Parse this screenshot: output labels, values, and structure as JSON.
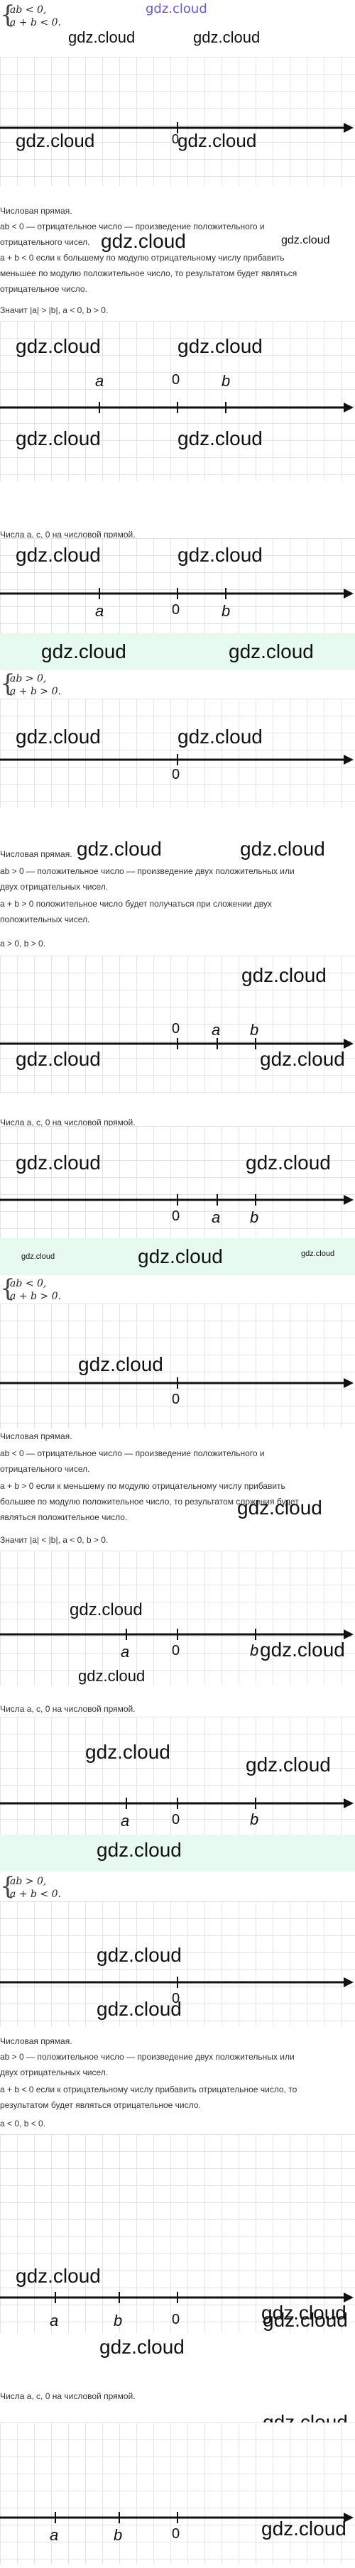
{
  "watermark": "gdz.cloud",
  "logo": "gdz.cloud",
  "labels": {
    "zero": "0",
    "a": "a",
    "b": "b"
  },
  "cases": [
    {
      "system": [
        "ab < 0,",
        "a + b < 0."
      ],
      "heading": "Числовая прямая.",
      "lines": [
        "ab < 0 — отрицательное число — произведение положительного и",
        "отрицательного чисел.",
        "a + b < 0 если к большему по модулю отрицательному числу прибавить",
        "меньшее по модулю положительное число, то результатом будет являться",
        "отрицательное число."
      ],
      "conclusion": "Значит |a| > |b|, a < 0, b > 0.",
      "caption": "Числа a, c, 0 на числовой прямой."
    },
    {
      "system": [
        "ab > 0,",
        "a + b > 0."
      ],
      "heading": "Числовая прямая.",
      "lines": [
        "ab > 0 — положительное число — произведение двух положительных или",
        "двух отрицательных чисел.",
        "a + b > 0 положительное число будет получаться при сложении двух",
        "положительных чисел."
      ],
      "conclusion": "a > 0, b > 0.",
      "caption": "Числа a, c, 0 на числовой прямой."
    },
    {
      "system": [
        "ab < 0,",
        "a + b > 0."
      ],
      "heading": "Числовая прямая.",
      "lines": [
        "ab < 0 — отрицательное число — произведение положительного и",
        "отрицательного чисел.",
        "a + b > 0 если к меньшему по модулю отрицательному числу прибавить",
        "большее по модулю положительное число, то результатом сложения будет",
        "являться положительное число."
      ],
      "conclusion": "Значит |a| < |b|, a < 0, b > 0.",
      "caption": "Числа a, c, 0 на числовой прямой."
    },
    {
      "system": [
        "ab > 0,",
        "a + b < 0."
      ],
      "heading": "Числовая прямая.",
      "lines": [
        "ab > 0 — положительное число — произведение двух положительных или",
        "двух отрицательных чисел.",
        "a + b < 0 если к отрицательному числу прибавить отрицательное число, то",
        "результатом будет являться отрицательное число."
      ],
      "conclusion": "a < 0, b < 0.",
      "caption": "Числа a, c, 0 на числовой прямой."
    }
  ]
}
